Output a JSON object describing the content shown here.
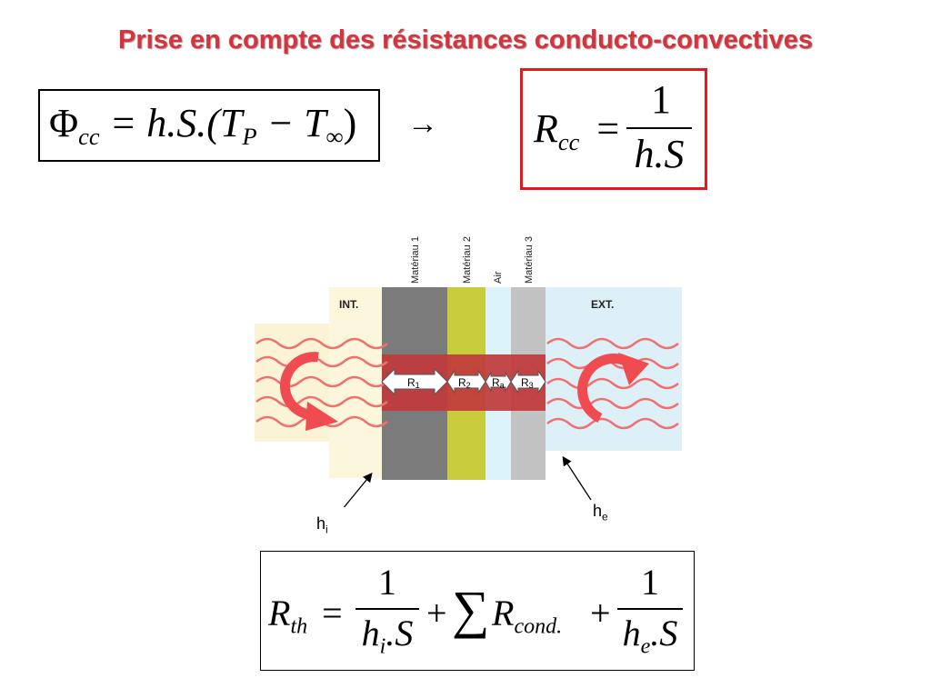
{
  "slide": {
    "title": "Prise en compte des résistances conducto-convectives"
  },
  "equation1": {
    "phi": "Φ",
    "phi_sub": "cc",
    "rhs_a": "= h.S.(T",
    "tp_sub": "P",
    "rhs_b": " − T",
    "tinf_sub": "∞",
    "close": ")"
  },
  "arrow": "→",
  "equation2": {
    "r": "R",
    "r_sub": "cc",
    "eq": "=",
    "num": "1",
    "den": "h.S"
  },
  "equation3": {
    "r": "R",
    "r_sub": "th",
    "eq": "=",
    "num1": "1",
    "den1_a": "h",
    "den1_sub": "i",
    "den1_b": ".S",
    "plus1": "+",
    "sum": "∑",
    "rc": "R",
    "rc_sub": "cond.",
    "plus2": "+",
    "num2": "1",
    "den2_a": "h",
    "den2_sub": "e",
    "den2_b": ".S"
  },
  "diagram": {
    "int_label": "INT.",
    "ext_label": "EXT.",
    "layers": [
      {
        "label": "Matériau 1",
        "color": "#7b7b7b"
      },
      {
        "label": "Matériau 2",
        "color": "#c8cc3c"
      },
      {
        "label": "Air",
        "color": "#dcf3fb"
      },
      {
        "label": "Matériau 3",
        "color": "#c2c2c2"
      }
    ],
    "resistances": [
      {
        "r": "R",
        "sub": "1"
      },
      {
        "r": "R",
        "sub": "2"
      },
      {
        "r": "R",
        "sub": "a"
      },
      {
        "r": "R",
        "sub": "3"
      }
    ],
    "hi": {
      "h": "h",
      "sub": "i"
    },
    "he": {
      "h": "h",
      "sub": "e"
    },
    "colors": {
      "band": "#c0393b",
      "wave": "#f07070",
      "int_bg": "#fbf3d6",
      "ext_bg": "#ddf0f7",
      "cycle_arrow": "#ef4b50"
    }
  }
}
